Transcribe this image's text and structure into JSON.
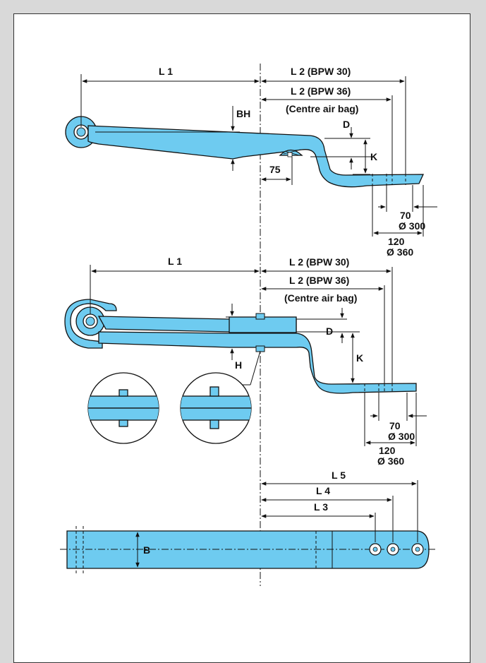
{
  "colors": {
    "part_fill": "#6ecbf0",
    "line": "#111111",
    "page_bg": "#ffffff",
    "outer_bg": "#d9d9d9"
  },
  "top": {
    "l1": "L 1",
    "l2_bpw30": "L 2 (BPW 30)",
    "l2_bpw36": "L 2 (BPW 36)",
    "centre_air_bag": "(Centre air bag)",
    "bh": "BH",
    "d": "D",
    "k": "K",
    "offset_75": "75",
    "dim_70": "70",
    "dia_300": "Ø 300",
    "dim_120": "120",
    "dia_360": "Ø 360"
  },
  "middle": {
    "l1": "L 1",
    "l2_bpw30": "L 2 (BPW 30)",
    "l2_bpw36": "L 2 (BPW 36)",
    "centre_air_bag": "(Centre air bag)",
    "d": "D",
    "k": "K",
    "h": "H",
    "dim_70": "70",
    "dia_300": "Ø 300",
    "dim_120": "120",
    "dia_360": "Ø 360"
  },
  "bottom": {
    "l5": "L 5",
    "l4": "L 4",
    "l3": "L 3",
    "b": "B"
  }
}
